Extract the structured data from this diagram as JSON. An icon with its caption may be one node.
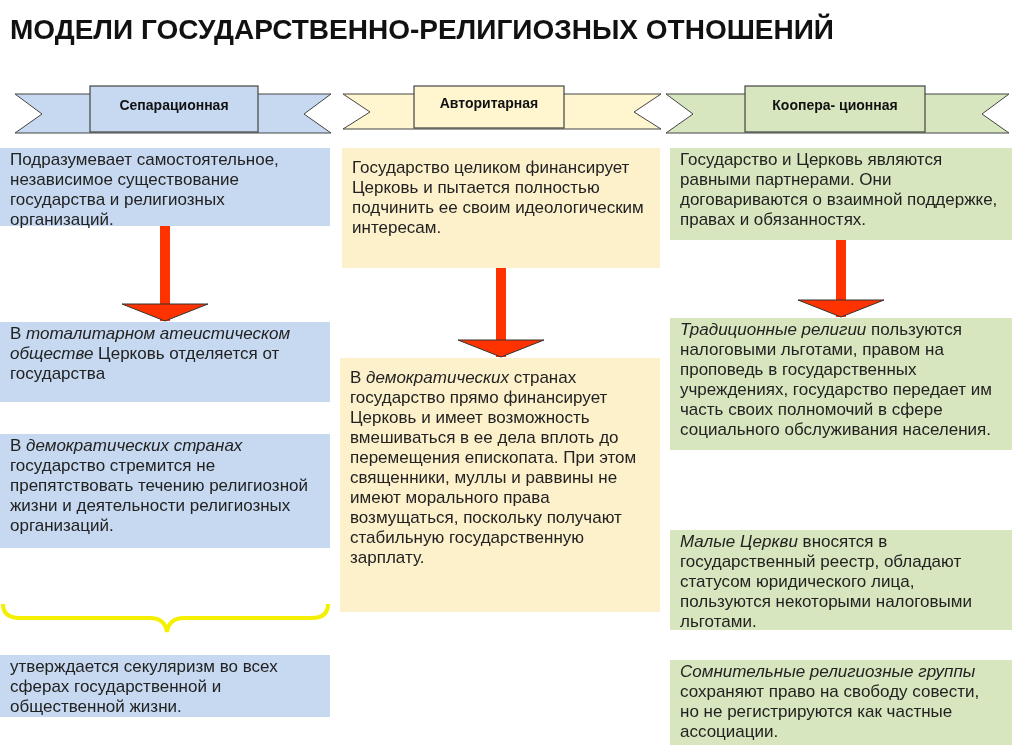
{
  "diagram": {
    "title": "МОДЕЛИ ГОСУДАРСТВЕННО-РЕЛИГИОЗНЫХ ОТНОШЕНИЙ",
    "nodes": [
      {
        "text": [
          "Сепарационная"
        ]
      },
      {
        "text": [
          "Подразумевает самостоятельное, независимое существование государства и религиозных организаций."
        ]
      },
      {
        "text": [
          "В *тоталитарном атеистическом обществе* Церковь отделяется от государства"
        ]
      },
      {
        "text": [
          "В *демократических странах* государство стремится не препятствовать течению религиозной жизни и деятельности религиозных организаций."
        ]
      },
      {
        "text": [
          "утверждается секуляризм во всех сферах государственной и общественной жизни."
        ]
      },
      {
        "text": [
          "Авторитарная"
        ]
      },
      {
        "text": [
          "Государство целиком финансирует Церковь и пытается полностью подчинить ее своим идеологическим интересам."
        ]
      },
      {
        "text": [
          "В *демократических* странах государство прямо финансирует Церковь и имеет возможность вмешиваться в ее дела вплоть до перемещения епископата. При этом священники, муллы и раввины не имеют морального права возмущаться, поскольку получают стабильную государственную зарплату."
        ]
      },
      {
        "text": [
          "Коопера- ционная"
        ]
      },
      {
        "text": [
          "Государство и Церковь являются равными партнерами. Они договариваются о взаимной поддержке, правах и обязанностях."
        ]
      },
      {
        "text": [
          "*Традиционные религии* пользуются налоговыми льготами, правом на проповедь в государственных учреждениях, государство передает им часть своих полномочий в сфере социального обслуживания населения."
        ]
      },
      {
        "text": [
          "*Малые Церкви* вносятся в государственный реестр, обладают статусом юридического лица, пользуются некоторыми налоговыми льготами."
        ]
      },
      {
        "text": [
          "*Сомнительные религиозные группы* сохраняют право на свободу совести, но не регистрируются как частные ассоциации."
        ]
      }
    ],
    "edges": [
      {
        "from": 1,
        "to": 2,
        "arrow": "to"
      },
      {
        "from": 6,
        "to": 7,
        "arrow": "to"
      },
      {
        "from": 9,
        "to": 10,
        "arrow": "to"
      }
    ]
  }
}
